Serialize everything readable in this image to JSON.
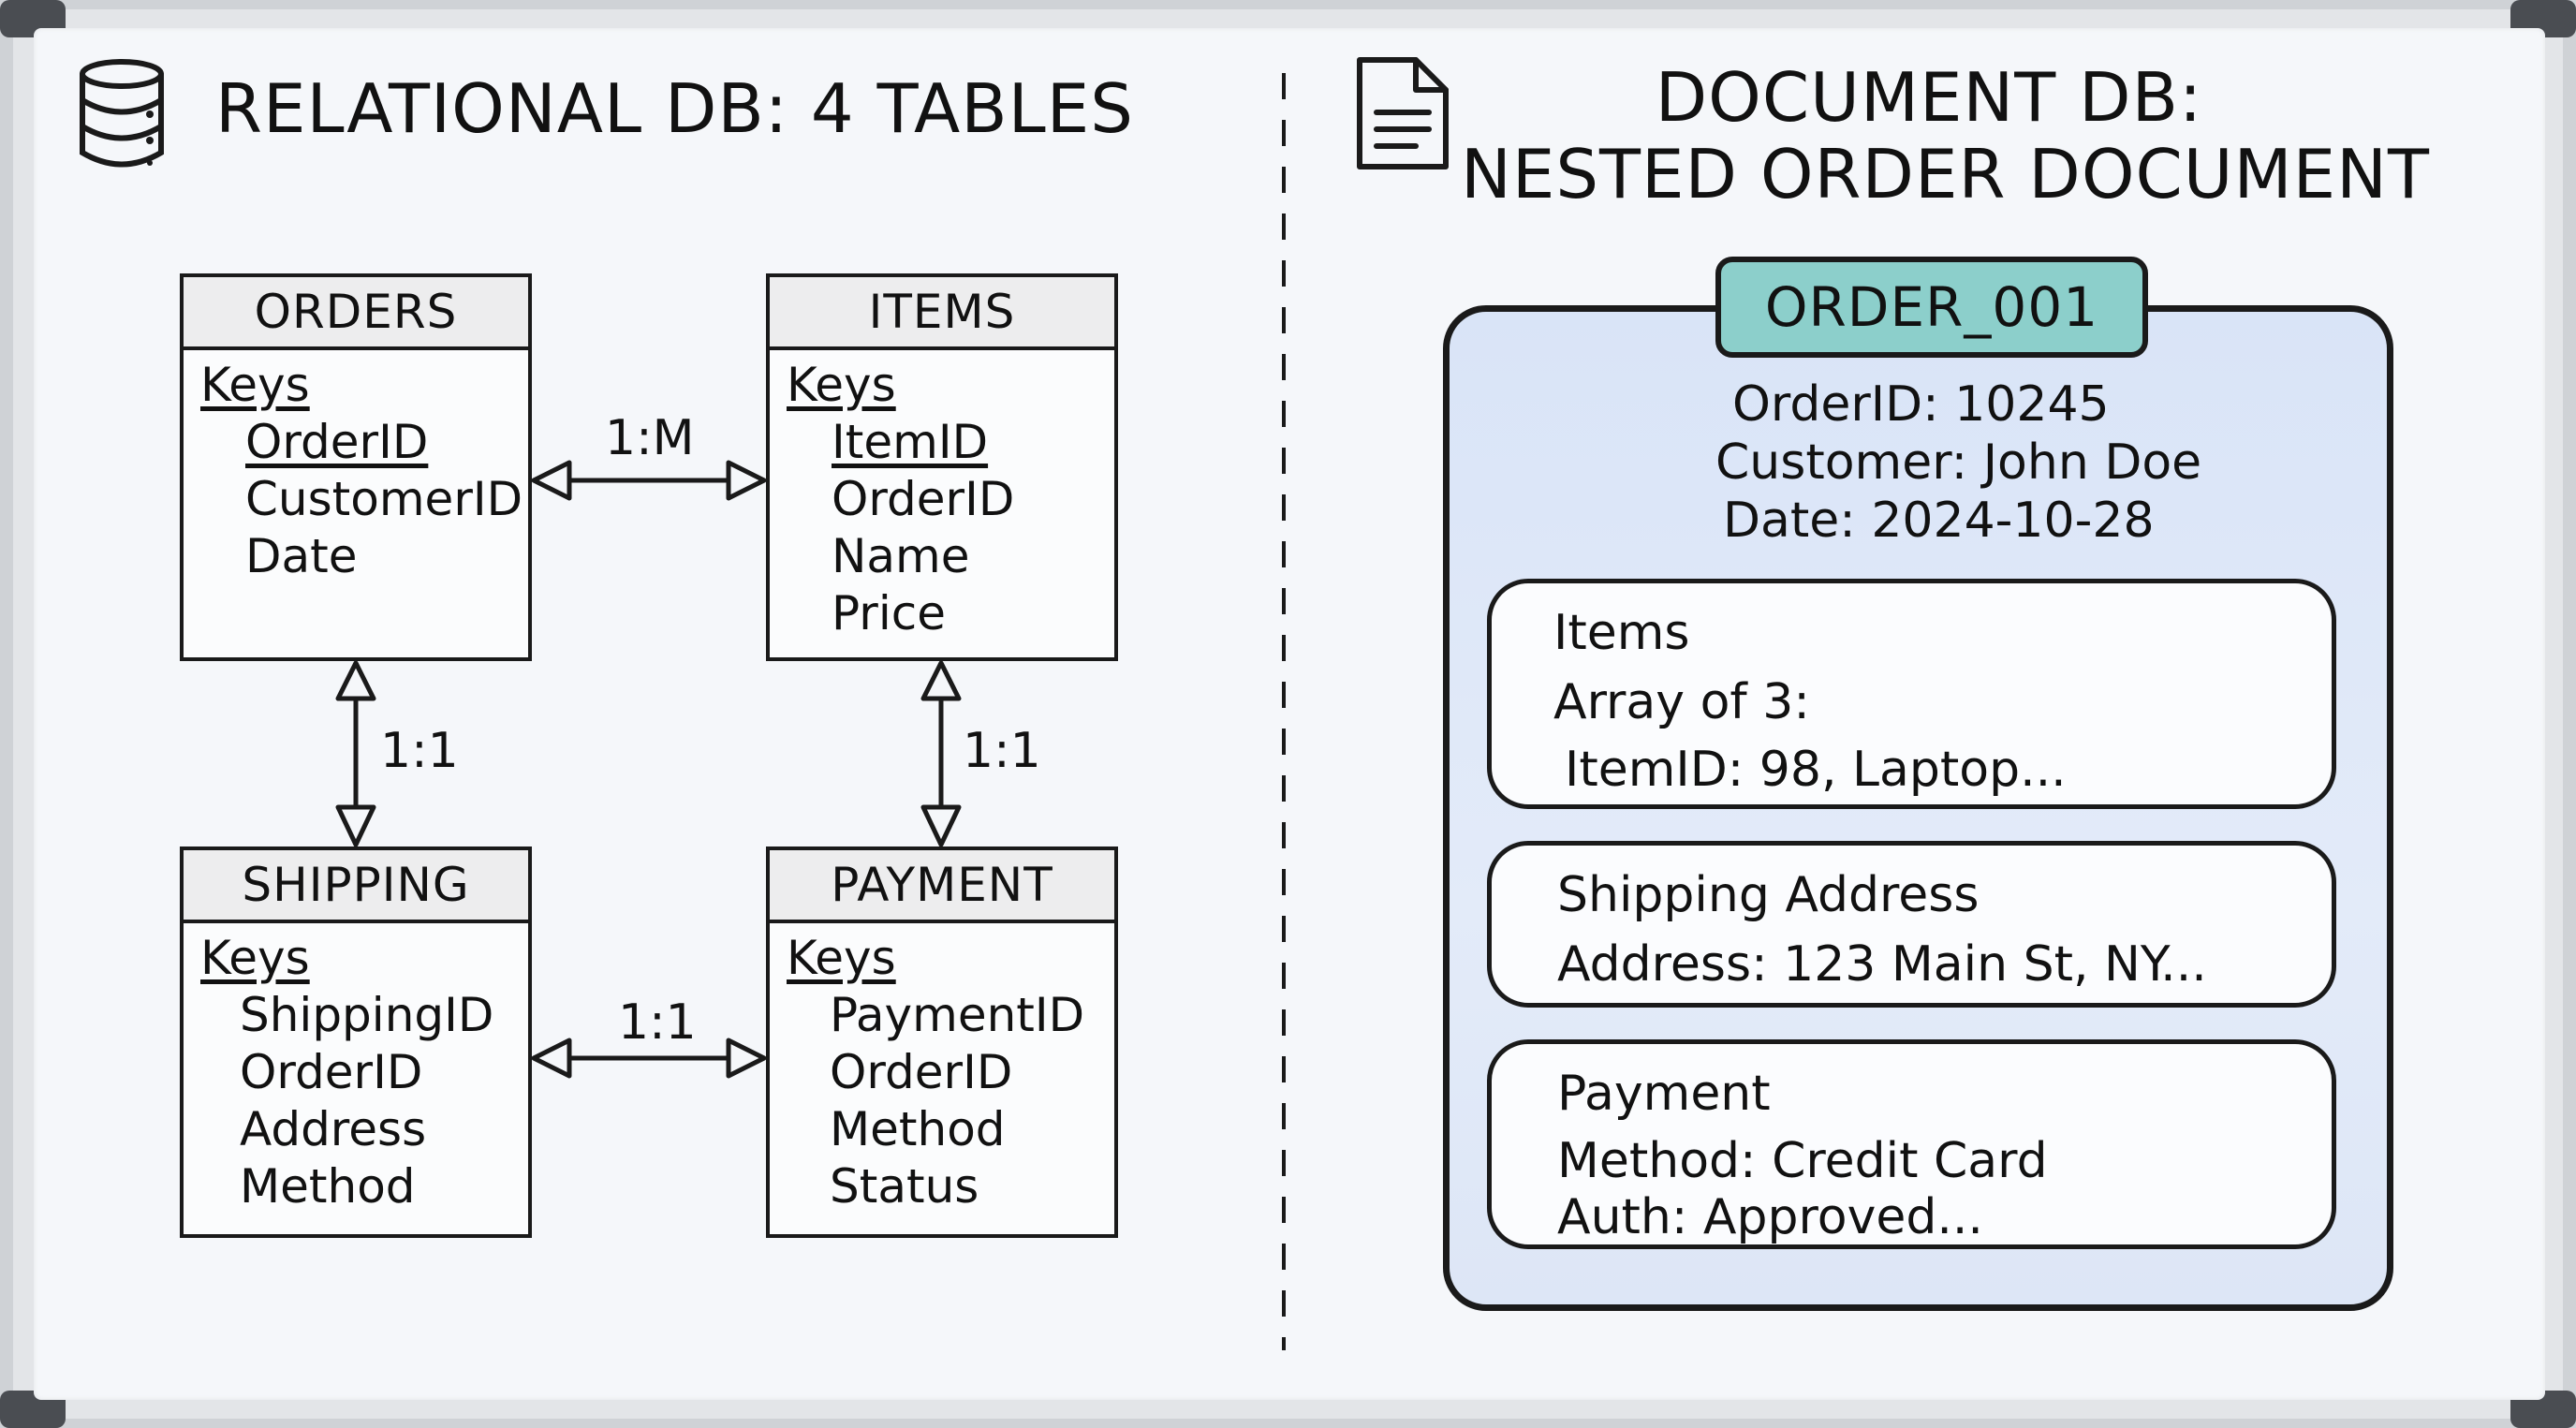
{
  "left_panel": {
    "title": "RELATIONAL DB: 4 TABLES",
    "icon": "database-icon",
    "tables": {
      "orders": {
        "name": "ORDERS",
        "keys_label": "Keys",
        "fields": [
          "OrderID",
          "CustomerID",
          "Date"
        ]
      },
      "items": {
        "name": "ITEMS",
        "keys_label": "Keys",
        "fields": [
          "ItemID",
          "OrderID",
          "Name",
          "Price"
        ]
      },
      "shipping": {
        "name": "SHIPPING",
        "keys_label": "Keys",
        "fields": [
          "ShippingID",
          "OrderID",
          "Address",
          "Method"
        ]
      },
      "payment": {
        "name": "PAYMENT",
        "keys_label": "Keys",
        "fields": [
          "PaymentID",
          "OrderID",
          "Method",
          "Status"
        ]
      }
    },
    "relations": {
      "orders_items": "1:M",
      "orders_shipping": "1:1",
      "items_payment": "1:1",
      "shipping_payment": "1:1"
    }
  },
  "right_panel": {
    "title_line1": "DOCUMENT DB:",
    "title_line2": "NESTED ORDER DOCUMENT",
    "icon": "document-icon",
    "document": {
      "tag": "ORDER_001",
      "order_id": "OrderID: 10245",
      "customer": "Customer: John Doe",
      "date": "Date: 2024-10-28",
      "items": {
        "title": "Items",
        "line1": "Array of 3:",
        "line2": "ItemID: 98, Laptop..."
      },
      "shipping": {
        "title": "Shipping Address",
        "line1": "Address: 123 Main St, NY..."
      },
      "payment": {
        "title": "Payment",
        "line1": "Method: Credit Card",
        "line2": "Auth: Approved..."
      }
    }
  },
  "colors": {
    "document_fill": "#dce6f8",
    "tag_fill": "#8ccfcb",
    "table_header_fill": "#ededee"
  }
}
